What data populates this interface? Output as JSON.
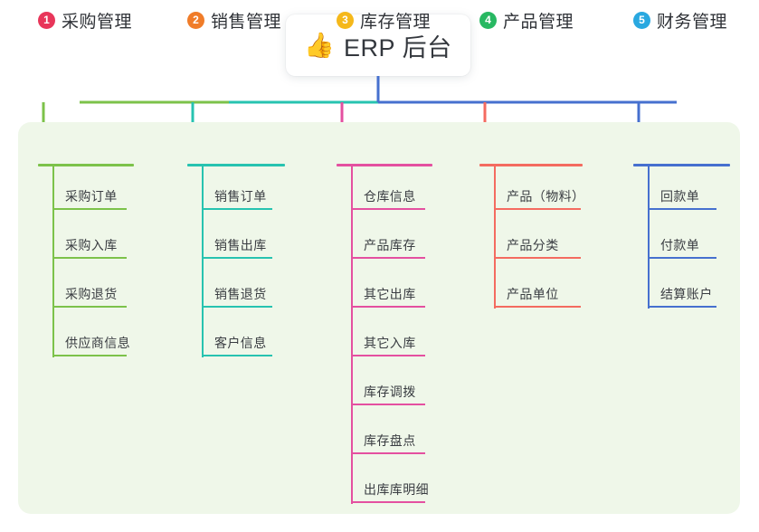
{
  "diagram": {
    "type": "mind-map",
    "title": "ERP 后台",
    "root": {
      "emoji": "👍",
      "emoji_name": "thumbs-up-icon",
      "label": "ERP 后台"
    },
    "panel_color": "#eff7e9",
    "branches": [
      {
        "index": "1",
        "label": "采购管理",
        "color": "#7cc24a",
        "badge_color": "#e8365a",
        "items": [
          "采购订单",
          "采购入库",
          "采购退货",
          "供应商信息"
        ]
      },
      {
        "index": "2",
        "label": "销售管理",
        "color": "#27c3b0",
        "badge_color": "#f07c29",
        "items": [
          "销售订单",
          "销售出库",
          "销售退货",
          "客户信息"
        ]
      },
      {
        "index": "3",
        "label": "库存管理",
        "color": "#e450a0",
        "badge_color": "#f5b81a",
        "items": [
          "仓库信息",
          "产品库存",
          "其它出库",
          "其它入库",
          "库存调拨",
          "库存盘点",
          "出库库明细"
        ]
      },
      {
        "index": "4",
        "label": "产品管理",
        "color": "#f46b60",
        "badge_color": "#28b862",
        "items": [
          "产品（物料）",
          "产品分类",
          "产品单位"
        ]
      },
      {
        "index": "5",
        "label": "财务管理",
        "color": "#4670cf",
        "badge_color": "#29a8e0",
        "items": [
          "回款单",
          "付款单",
          "结算账户"
        ]
      }
    ],
    "connectors": {
      "stem_color": "#4670cf",
      "bus_segments": [
        {
          "color": "#7cc24a",
          "from": 88,
          "to": 253
        },
        {
          "color": "#27c3b0",
          "from": 253,
          "to": 418
        },
        {
          "color": "#4670cf",
          "from": 418,
          "to": 748
        }
      ]
    }
  }
}
